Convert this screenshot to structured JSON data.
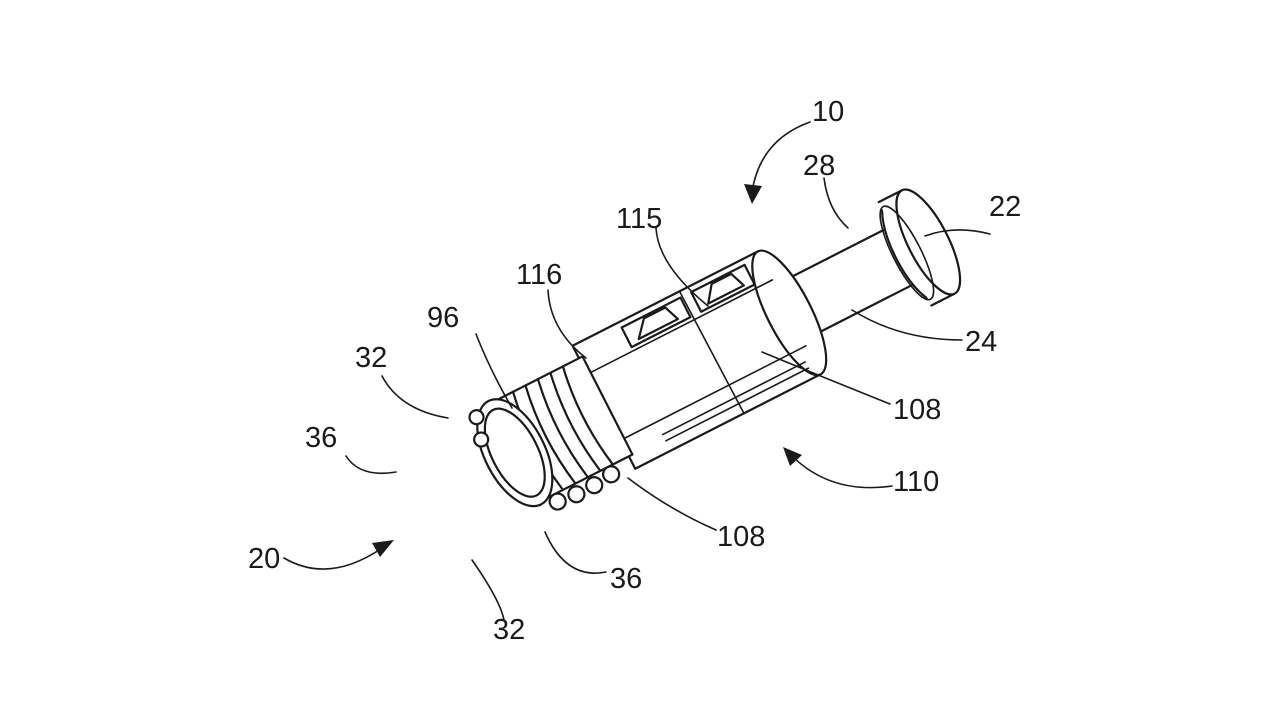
{
  "figure": {
    "labels": {
      "assembly": "10",
      "front_end": "20",
      "cap": "22",
      "shaft": "24",
      "cap_edge": "28",
      "thread_top": "32",
      "thread_bottom": "32",
      "nub_left": "36",
      "nub_bottom": "36",
      "latch_a": "96",
      "window_tab_front": "116",
      "window_tab_rear": "115",
      "rib_upper": "108",
      "rib_lower": "108",
      "underside": "110"
    }
  }
}
